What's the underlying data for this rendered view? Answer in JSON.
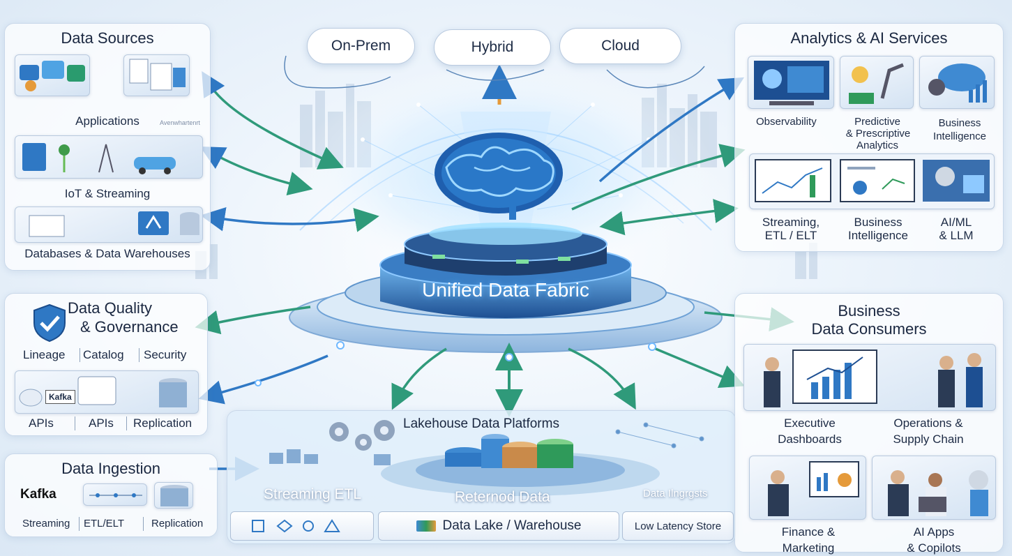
{
  "clouds": [
    "On-Prem",
    "Hybrid",
    "Cloud"
  ],
  "fabric": {
    "title": "Unified Data Fabric"
  },
  "data_sources": {
    "title": "Data Sources",
    "items": [
      "Applications",
      "IoT & Streaming",
      "Databases & Data Warehouses"
    ],
    "watermark": "Avenwhartenrt"
  },
  "quality": {
    "title_line1": "Data Quality",
    "title_line2": "& Governance",
    "row1": [
      "Lineage",
      "Catalog",
      "Security"
    ],
    "row2": [
      "APIs",
      "APIs",
      "Replication"
    ],
    "badge": "Kafka"
  },
  "ingestion": {
    "title": "Data Ingestion",
    "logo": "Kafka",
    "items": [
      "Streaming",
      "ETL/ELT",
      "Replication"
    ]
  },
  "lakehouse": {
    "title": "Lakehouse Data Platforms",
    "streaming": "Streaming ETL",
    "returned": "Reternod Data",
    "ingests": "Data Ilngrgsts",
    "bottom": [
      "Data Lake / Warehouse",
      "Low Latency Store"
    ]
  },
  "analytics": {
    "title": "Analytics & AI Services",
    "row1": [
      {
        "line1": "Observability",
        "line2": "",
        "line3": ""
      },
      {
        "line1": "Predictive",
        "line2": "& Prescriptive",
        "line3": "Analytics"
      },
      {
        "line1": "Business",
        "line2": "Intelligence",
        "line3": ""
      }
    ],
    "row2": [
      {
        "line1": "Streaming,",
        "line2": "ETL / ELT"
      },
      {
        "line1": "Business",
        "line2": "Intelligence"
      },
      {
        "line1": "AI/ML",
        "line2": "& LLM"
      }
    ]
  },
  "consumers": {
    "title_line1": "Business",
    "title_line2": "Data Consumers",
    "items": [
      {
        "line1": "Executive",
        "line2": "Dashboards"
      },
      {
        "line1": "Operations &",
        "line2": "Supply Chain"
      },
      {
        "line1": "Finance &",
        "line2": "Marketing"
      },
      {
        "line1": "AI Apps",
        "line2": "& Copilots"
      }
    ]
  },
  "icons": [
    "brain-icon",
    "shield-check-icon",
    "database-icon",
    "gear-icon",
    "cloud-icon"
  ],
  "colors": {
    "accent_blue": "#2f78c4",
    "accent_green": "#2f9a7a",
    "glow": "#5fb6ff"
  }
}
